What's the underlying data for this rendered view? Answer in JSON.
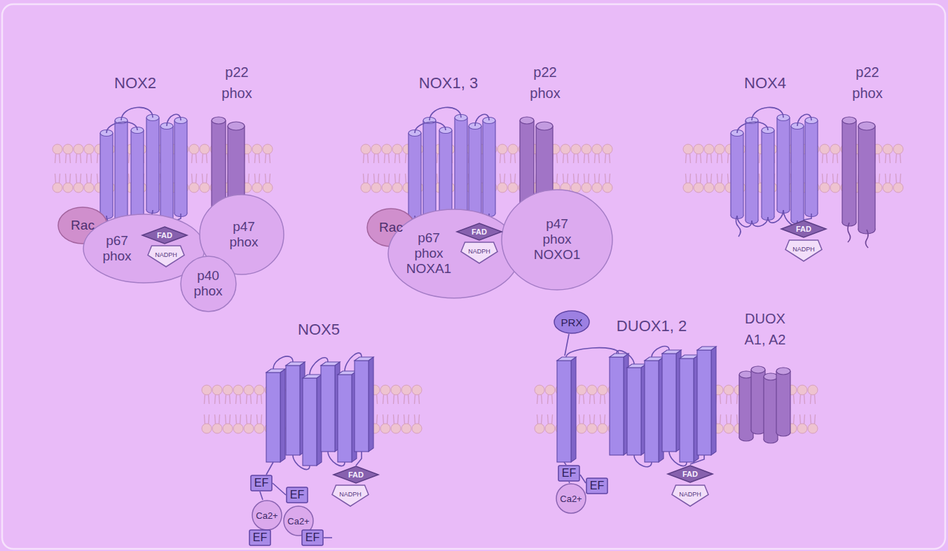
{
  "diagram": {
    "nodes": [
      {
        "text": [
          "Rac"
        ]
      },
      {
        "text": [
          "p67 phox"
        ]
      },
      {
        "text": [
          "p47 phox"
        ]
      },
      {
        "text": [
          "p40 phox"
        ]
      },
      {
        "text": [
          "FAD"
        ]
      },
      {
        "text": [
          "NADPH"
        ]
      },
      {
        "text": [
          "Rac"
        ]
      },
      {
        "text": [
          "p67 phox NOXA1"
        ]
      },
      {
        "text": [
          "p47 phox NOXO1"
        ]
      },
      {
        "text": [
          "FAD"
        ]
      },
      {
        "text": [
          "NADPH"
        ]
      },
      {
        "text": [
          "FAD"
        ]
      },
      {
        "text": [
          "NADPH"
        ]
      },
      {
        "text": [
          "EF"
        ]
      },
      {
        "text": [
          "EF"
        ]
      },
      {
        "text": [
          "Ca2+"
        ]
      },
      {
        "text": [
          "Ca2+"
        ]
      },
      {
        "text": [
          "EF"
        ]
      },
      {
        "text": [
          "EF"
        ]
      },
      {
        "text": [
          "FAD"
        ]
      },
      {
        "text": [
          "NADPH"
        ]
      },
      {
        "text": [
          "PRX"
        ]
      },
      {
        "text": [
          "EF"
        ]
      },
      {
        "text": [
          "Ca2+"
        ]
      },
      {
        "text": [
          "EF"
        ]
      },
      {
        "text": [
          "FAD"
        ]
      },
      {
        "text": [
          "NADPH"
        ]
      }
    ],
    "labels": [
      "NOX2",
      "p22 phox",
      "NOX1, 3",
      "p22 phox",
      "NOX4",
      "p22 phox",
      "NOX5",
      "DUOX1, 2",
      "DUOX A1, A2"
    ]
  }
}
